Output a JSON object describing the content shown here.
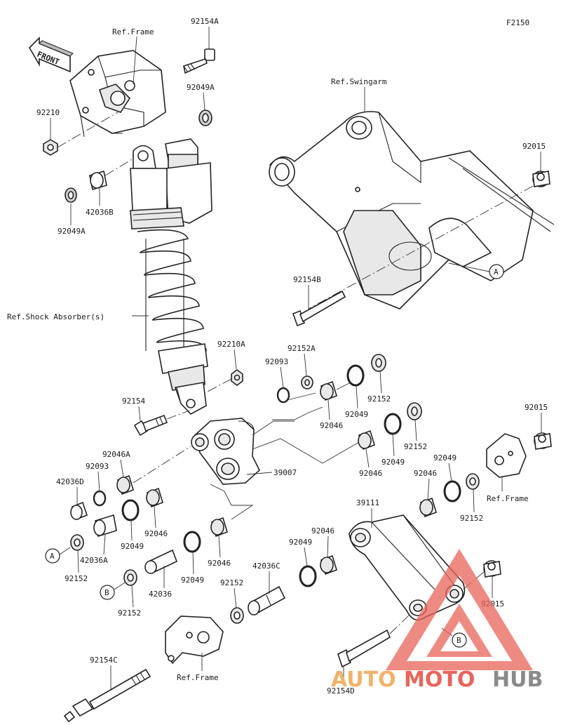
{
  "figure_id": "F2150",
  "front_arrow_text": "FRONT",
  "callouts": {
    "a": "A",
    "b": "B"
  },
  "labels": {
    "ref_frame_top": "Ref.Frame",
    "p92154A": "92154A",
    "p92049A_top": "92049A",
    "p92210": "92210",
    "p42036B": "42036B",
    "p92049A_left": "92049A",
    "ref_swingarm": "Ref.Swingarm",
    "p92015_top": "92015",
    "p92154B": "92154B",
    "ref_shock": "Ref.Shock Absorber(s)",
    "p92210A": "92210A",
    "p92152A": "92152A",
    "p92093_top": "92093",
    "p92154": "92154",
    "p92046_a": "92046",
    "p92049_a": "92049",
    "p92152_a": "92152",
    "p92046A": "92046A",
    "p92093_left": "92093",
    "p42036D": "42036D",
    "p39007": "39007",
    "p92046_b": "92046",
    "p92049_b": "92049",
    "p92152_b": "92152",
    "p92015_right": "92015",
    "p92049_c": "92049",
    "ref_frame_right": "Ref.Frame",
    "p92046_c": "92046",
    "p92152_c": "92152",
    "p42036A": "42036A",
    "p92049_d": "92049",
    "p92046_d": "92046",
    "p92152_left": "92152",
    "p39111": "39111",
    "p92046_e": "92046",
    "p92049_e": "92049",
    "p92046_f": "92046",
    "p92049_f": "92049",
    "p42036C": "42036C",
    "p92152_d": "92152",
    "p42036": "42036",
    "p92152_e": "92152",
    "p92015_bottom": "92015",
    "p92154C": "92154C",
    "ref_frame_bottom": "Ref.Frame",
    "p92154D": "92154D"
  },
  "watermark": {
    "part1": "AUTO",
    "part2": "MOTO",
    "part3": "HUB",
    "color_orange": "#f0b36a",
    "color_red": "#e8655a",
    "color_gray": "#8a8a8a"
  }
}
